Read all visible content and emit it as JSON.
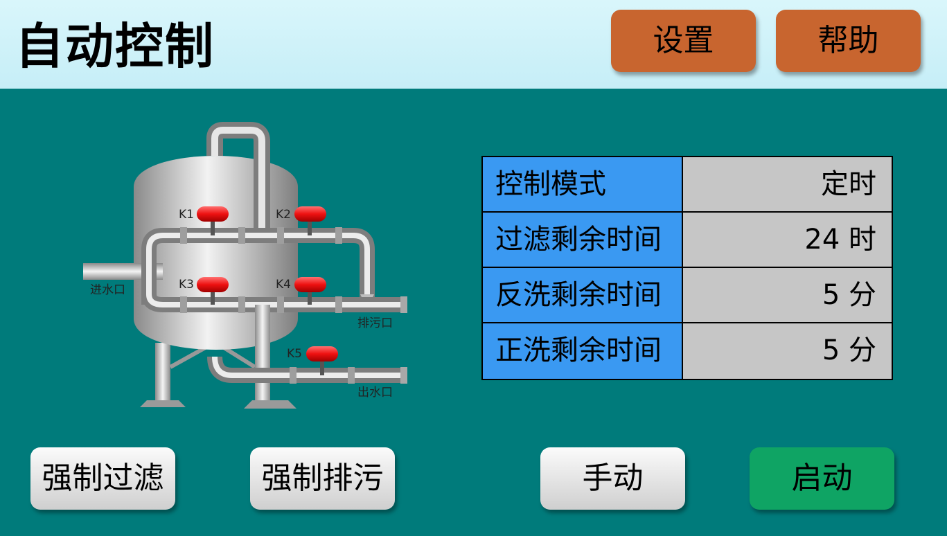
{
  "header": {
    "title": "自动控制",
    "settings_label": "设置",
    "help_label": "帮助"
  },
  "diagram": {
    "valves": {
      "k1": "K1",
      "k2": "K2",
      "k3": "K3",
      "k4": "K4",
      "k5": "K5"
    },
    "inlet_label": "进水口",
    "drain_label": "排污口",
    "outlet_label": "出水口"
  },
  "status_table": {
    "rows": [
      {
        "label": "控制模式",
        "value": "定时"
      },
      {
        "label": "过滤剩余时间",
        "value": "24 时"
      },
      {
        "label": "反洗剩余时间",
        "value": "5 分"
      },
      {
        "label": "正洗剩余时间",
        "value": "5 分"
      }
    ]
  },
  "buttons": {
    "force_filter": "强制过滤",
    "force_drain": "强制排污",
    "manual": "手动",
    "start": "启动"
  },
  "colors": {
    "background": "#007b7b",
    "header": "#cbeff7",
    "header_button": "#c8652f",
    "table_label": "#3a99f2",
    "table_value": "#c6c6c6",
    "start_button": "#0fa464",
    "valve": "#ee1111"
  }
}
